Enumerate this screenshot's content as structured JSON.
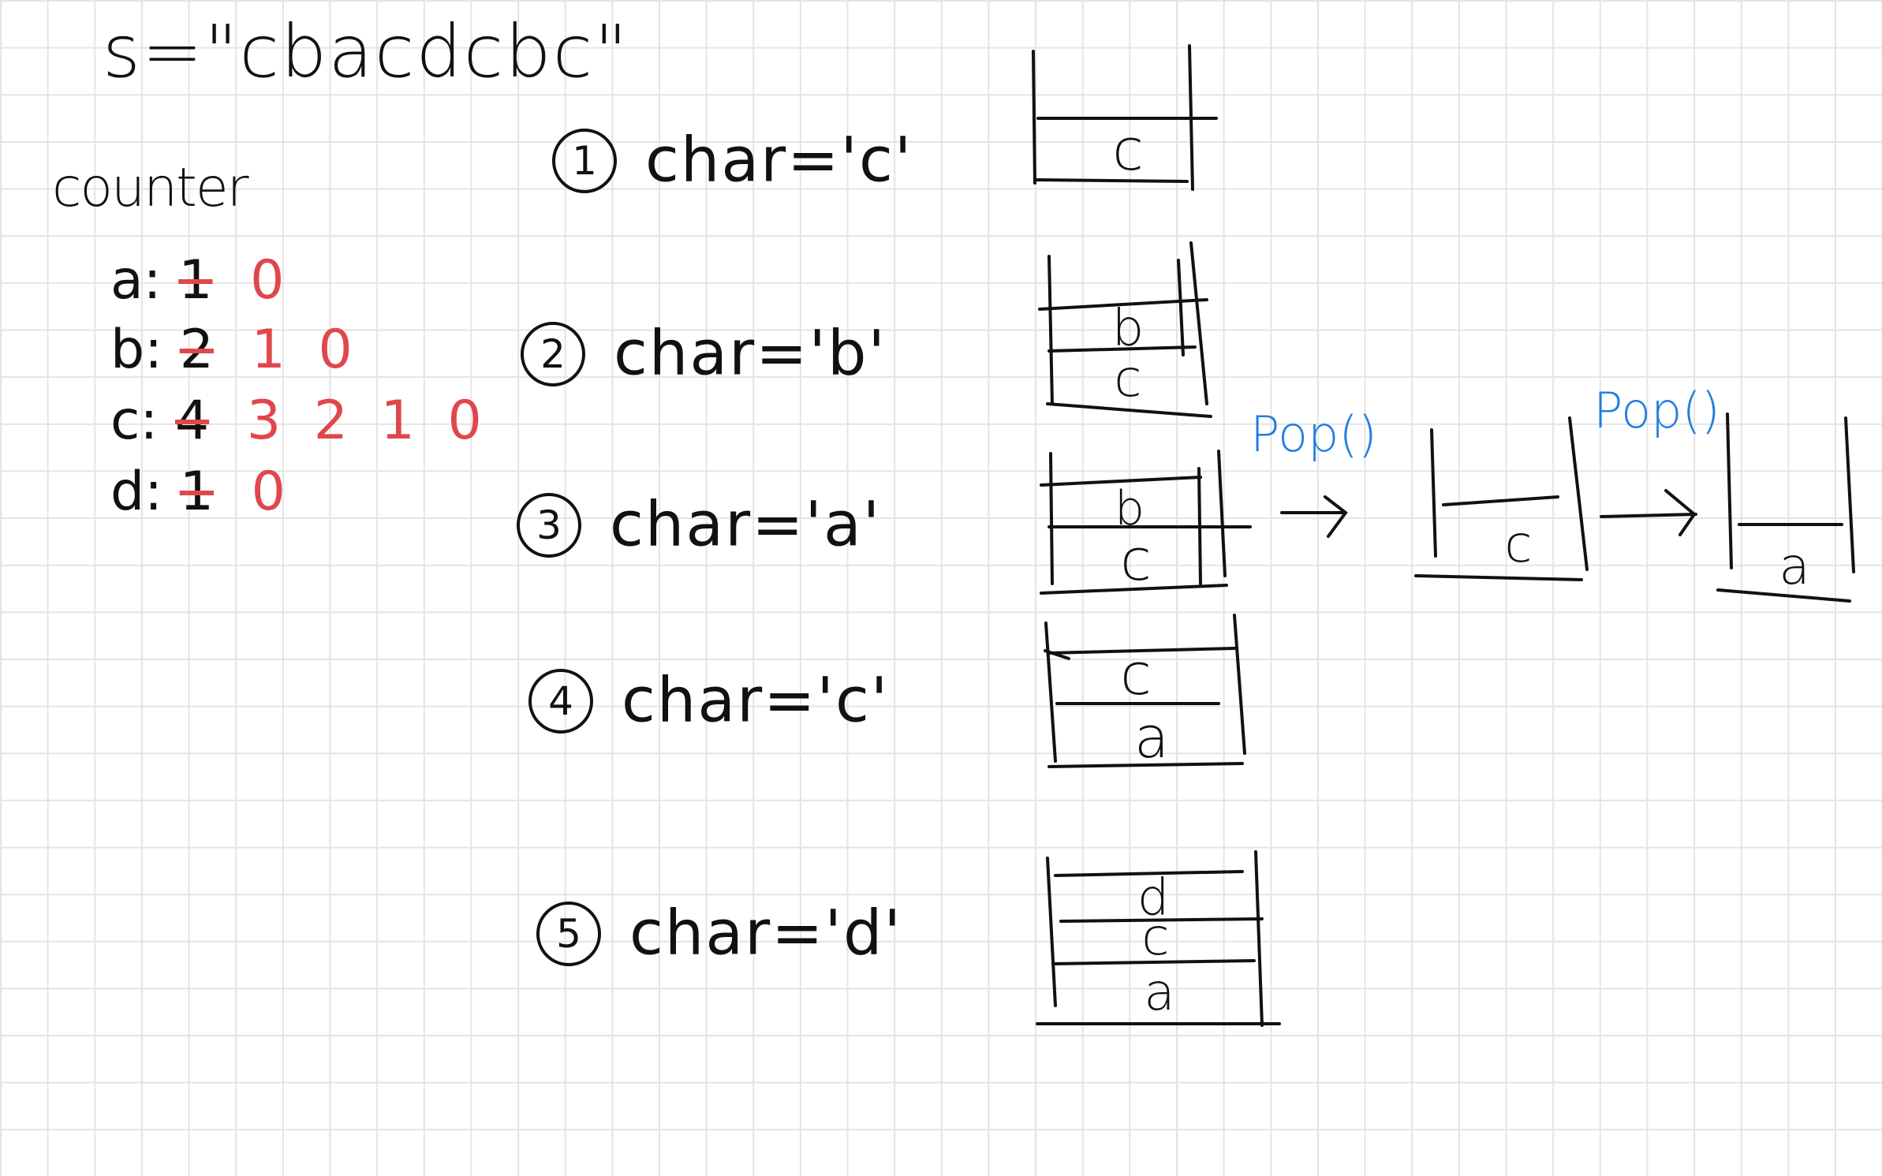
{
  "title": "s=\"cbacdcbc\"",
  "counter": {
    "label": "counter",
    "rows": [
      {
        "key": "a:",
        "initial": "1",
        "updates": "0"
      },
      {
        "key": "b:",
        "initial": "2",
        "updates": "1 0"
      },
      {
        "key": "c:",
        "initial": "4",
        "updates": "3 2 1 0"
      },
      {
        "key": "d:",
        "initial": "1",
        "updates": "0"
      }
    ]
  },
  "steps": [
    {
      "num": "1",
      "text": "char='c'",
      "stack": [
        "c"
      ]
    },
    {
      "num": "2",
      "text": "char='b'",
      "stack": [
        "c",
        "b"
      ]
    },
    {
      "num": "3",
      "text": "char='a'",
      "stack": [
        "c",
        "b"
      ]
    },
    {
      "num": "4",
      "text": "char='c'",
      "stack": [
        "a",
        "c"
      ]
    },
    {
      "num": "5",
      "text": "char='d'",
      "stack": [
        "a",
        "c",
        "d"
      ]
    }
  ],
  "pop_sequence": {
    "op_label_1": "Pop()",
    "after_first_pop": [
      "c"
    ],
    "op_label_2": "Pop()",
    "after_second_pop": [
      "a"
    ]
  },
  "colors": {
    "ink": "#111111",
    "correction": "#e0474c",
    "operation": "#1f7fe0",
    "grid": "#e4e4e4"
  }
}
